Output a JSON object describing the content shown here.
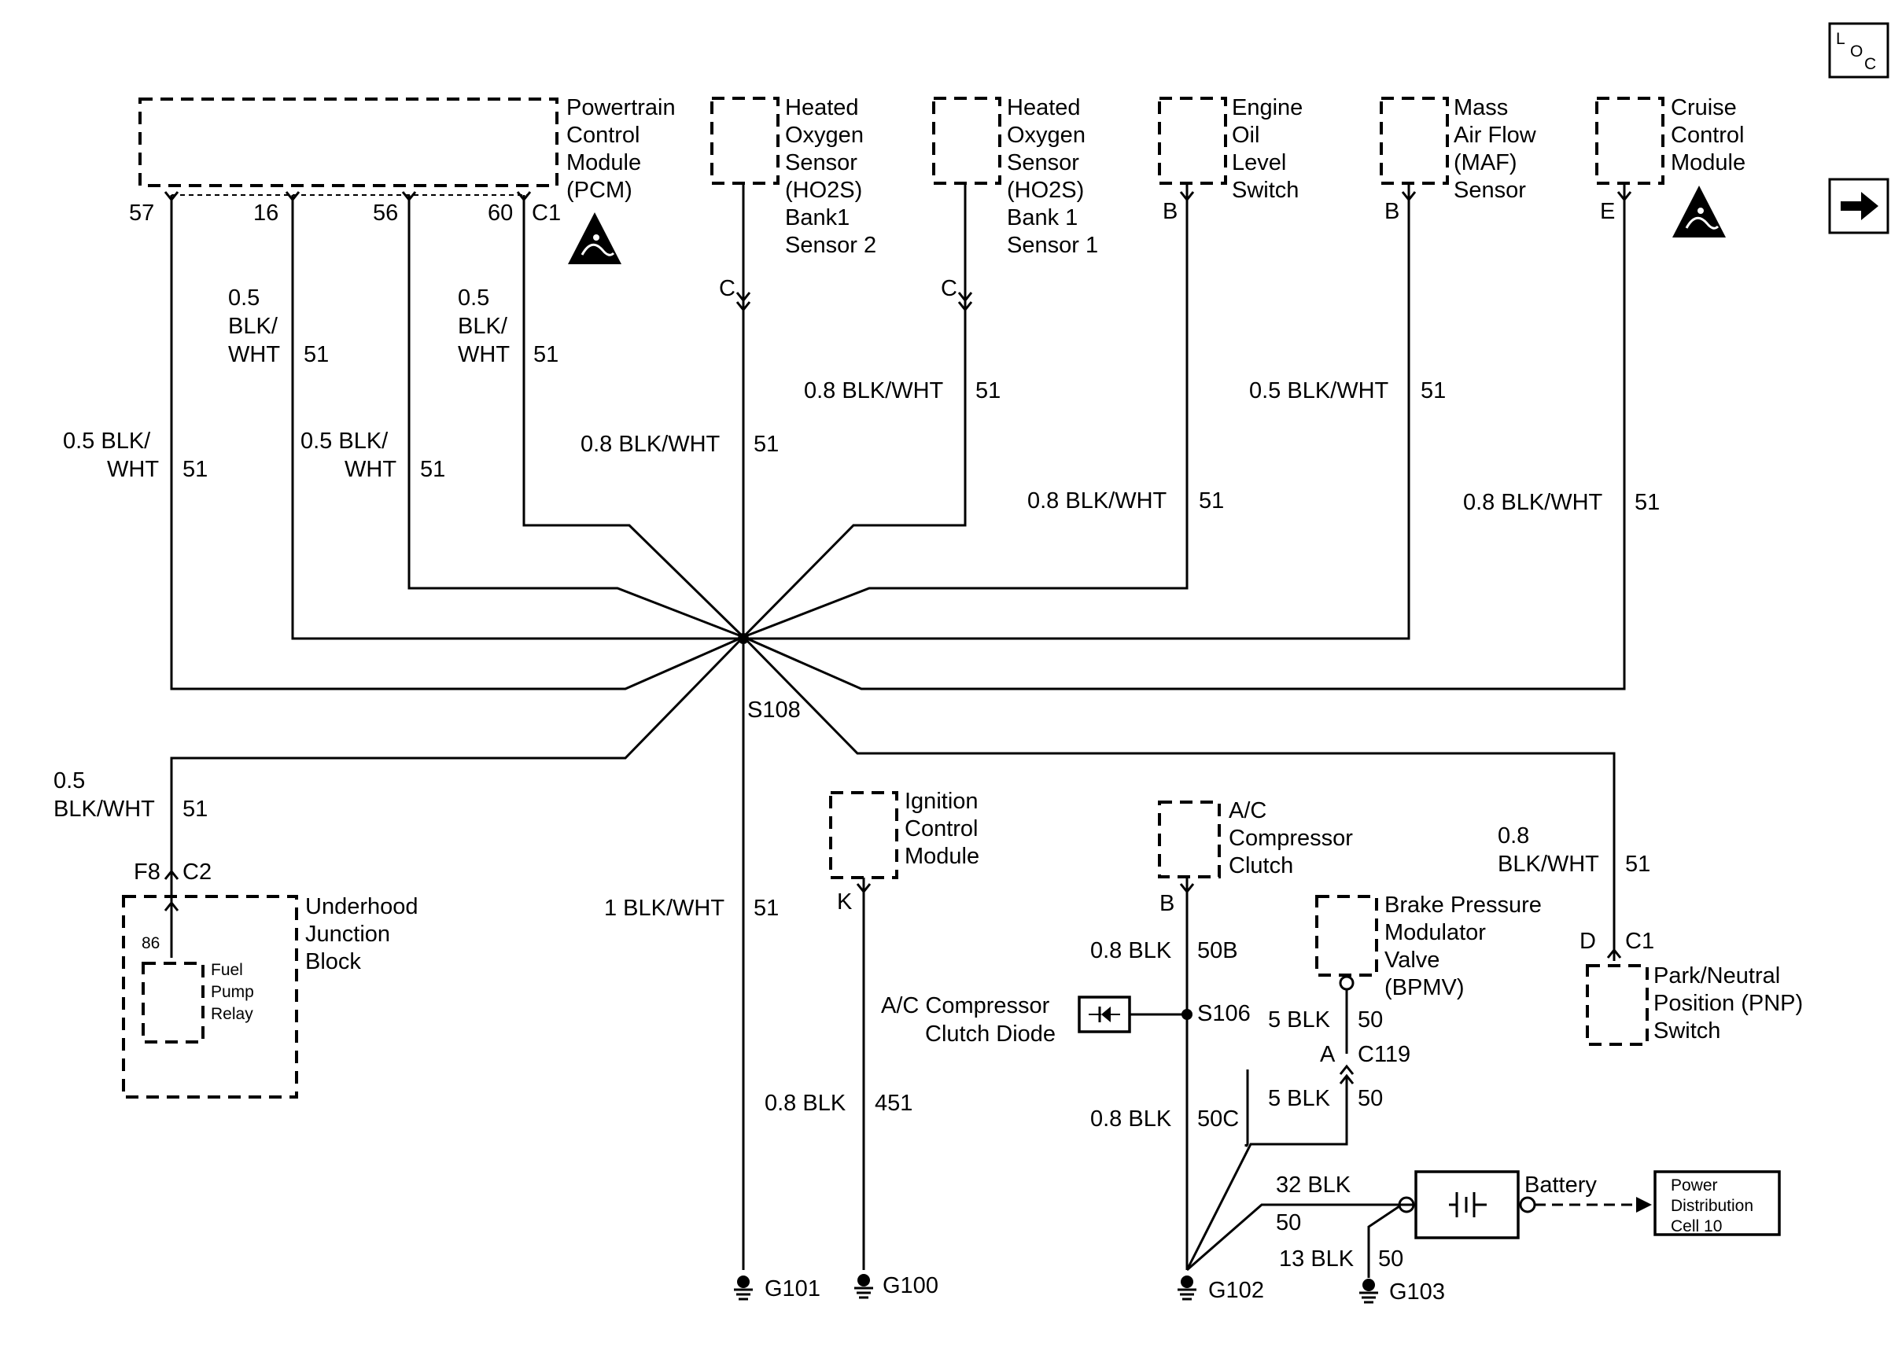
{
  "corner": {
    "loc": [
      "L",
      "O",
      "C"
    ]
  },
  "components": {
    "pcm": [
      "Powertrain",
      "Control",
      "Module",
      "(PCM)"
    ],
    "ho2s_b1s2": [
      "Heated",
      "Oxygen",
      "Sensor",
      "(HO2S)",
      "Bank1",
      "Sensor 2"
    ],
    "ho2s_b1s1": [
      "Heated",
      "Oxygen",
      "Sensor",
      "(HO2S)",
      "Bank 1",
      "Sensor 1"
    ],
    "oil_switch": [
      "Engine",
      "Oil",
      "Level",
      "Switch"
    ],
    "maf": [
      "Mass",
      "Air Flow",
      "(MAF)",
      "Sensor"
    ],
    "ccm": [
      "Cruise",
      "Control",
      "Module"
    ],
    "ujb": [
      "Underhood",
      "Junction",
      "Block"
    ],
    "fuel_pump_relay": [
      "Fuel",
      "Pump",
      "Relay"
    ],
    "icm": [
      "Ignition",
      "Control",
      "Module"
    ],
    "ac_clutch": [
      "A/C",
      "Compressor",
      "Clutch"
    ],
    "bpmv": [
      "Brake Pressure",
      "Modulator",
      "Valve",
      "(BPMV)"
    ],
    "pnp": [
      "Park/Neutral",
      "Position (PNP)",
      "Switch"
    ],
    "ac_diode": [
      "A/C Compressor",
      "Clutch Diode"
    ],
    "battery": "Battery",
    "pdc": [
      "Power",
      "Distribution",
      "Cell 10"
    ]
  },
  "pins": {
    "pcm_57": "57",
    "pcm_16": "16",
    "pcm_56": "56",
    "pcm_60": "60",
    "pcm_c1": "C1",
    "ho2s2_c": "C",
    "ho2s1_c": "C",
    "oil_b": "B",
    "maf_b": "B",
    "ccm_e": "E",
    "ujb_f8": "F8",
    "ujb_c2": "C2",
    "relay_86": "86",
    "icm_k": "K",
    "ac_b": "B",
    "pnp_d": "D",
    "pnp_c1": "C1",
    "c119_a": "A",
    "c119": "C119"
  },
  "wires": {
    "pcm57": [
      "0.5 BLK/",
      "WHT",
      "51"
    ],
    "pcm16": [
      "0.5",
      "BLK/",
      "WHT",
      "51"
    ],
    "pcm16b": [
      "0.5 BLK/",
      "WHT",
      "51"
    ],
    "pcm60": [
      "0.5",
      "BLK/",
      "WHT",
      "51"
    ],
    "ho2s2": [
      "0.8 BLK/WHT",
      "51"
    ],
    "ho2s1": [
      "0.8 BLK/WHT",
      "51"
    ],
    "oil": [
      "0.8 BLK/WHT",
      "51"
    ],
    "maf": [
      "0.5 BLK/WHT",
      "51"
    ],
    "ccm": [
      "0.8 BLK/WHT",
      "51"
    ],
    "ujb": [
      "0.5",
      "BLK/WHT",
      "51"
    ],
    "pnp": [
      "0.8",
      "BLK/WHT",
      "51"
    ],
    "g101": [
      "1 BLK/WHT",
      "51"
    ],
    "icm": [
      "0.8 BLK",
      "451"
    ],
    "ac_top": [
      "0.8 BLK",
      "50B"
    ],
    "ac_bot": [
      "0.8 BLK",
      "50C"
    ],
    "bpmv_top": [
      "5 BLK",
      "50"
    ],
    "bpmv_bot": [
      "5 BLK",
      "50"
    ],
    "bat_32": [
      "32 BLK",
      "50"
    ],
    "bat_13": [
      "13 BLK",
      "50"
    ]
  },
  "splices": {
    "s108": "S108",
    "s106": "S106"
  },
  "grounds": {
    "g101": "G101",
    "g100": "G100",
    "g102": "G102",
    "g103": "G103"
  },
  "icons": {
    "esd_1": "esd-warning-icon",
    "esd_2": "esd-warning-icon",
    "nav": "right-arrow-icon"
  }
}
